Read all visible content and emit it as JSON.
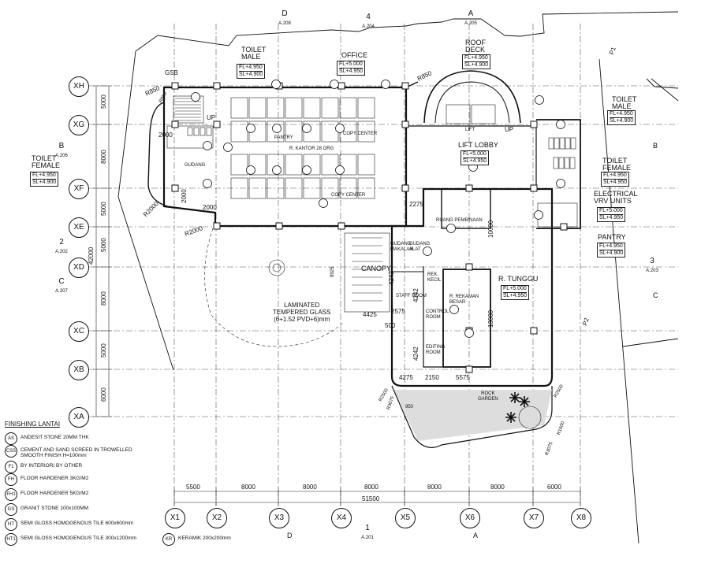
{
  "rooms": {
    "toilet_male_top": "TOILET\nMALE",
    "office": "OFFICE",
    "roof_deck": "ROOF\nDECK",
    "gsb": "GSB",
    "pantry_top": "PANTRY",
    "r_kantor": "R. KANTOR 28 ORG",
    "copy_center_1": "COPY CENTER",
    "copy_center_2": "COPY CENTER",
    "gudang_left": "GUDANG",
    "toilet_female_left": "TOILET\nFEMALE",
    "lift_lobby": "LIFT LOBBY",
    "up_left": "UP",
    "up_right": "UP",
    "toilet_male_right": "TOILET\nMALE",
    "toilet_female_right": "TOILET\nFEMALE",
    "electrical": "ELECTRICAL\nVRV UNITS",
    "pantry_right": "PANTRY",
    "ruang_pembinaan": "RUANG PEMBINAAN",
    "gudang_makalah": "GUDANG\nMAKALAH",
    "gudang_alat": "GUDANG\nALAT",
    "canopy": "CANOPY",
    "rek_kecil": "REK.\nKECIL",
    "staff_room": "STAFF ROOM",
    "r_rekaman": "R. REKAMAN\nBESAR",
    "control_room": "CONTROL\nROOM",
    "editing_room": "EDITING\nROOM",
    "r_tunggu": "R. TUNGGU",
    "laminated": "LAMINATED\nTEMPERED GLASS\n(6+1.52 PVD+6)mm",
    "rock_garden": "ROCK\nGARDEN",
    "lift_lbl": "LIFT"
  },
  "levels": {
    "toilet_male_top": [
      "FL+4.950",
      "SL+4.900"
    ],
    "office": [
      "FL+5.000",
      "SL+4.950"
    ],
    "roof_deck": [
      "FL+4.950",
      "SL+4.900"
    ],
    "toilet_female_left": [
      "FL+4.950",
      "SL+4.900"
    ],
    "lift_lobby": [
      "FL+5.000",
      "SL+4.950"
    ],
    "toilet_male_right": [
      "FL+4.950",
      "SL+4.900"
    ],
    "toilet_female_right": [
      "FL+4.950",
      "SL+4.950"
    ],
    "electrical": [
      "FL+5.000",
      "SL+4.950"
    ],
    "pantry_right": [
      "FL+4.950",
      "SL+4.900"
    ],
    "r_tunggu": [
      "FL+5.000",
      "SL+4.950"
    ]
  },
  "grid_rows": [
    "XH",
    "XG",
    "XF",
    "XE",
    "XD",
    "XC",
    "XB",
    "XA"
  ],
  "grid_cols": [
    "X1",
    "X2",
    "X3",
    "X4",
    "X5",
    "X6",
    "X7",
    "X8"
  ],
  "row_dims": [
    "5000",
    "8000",
    "5000",
    "5000",
    "8000",
    "5000",
    "6000"
  ],
  "row_total": "42000",
  "col_dims": [
    "5500",
    "8000",
    "8000",
    "8000",
    "8000",
    "8000",
    "6000"
  ],
  "col_total": "51500",
  "sections": [
    {
      "t": "D",
      "b": "A.208"
    },
    {
      "t": "4",
      "b": "A.204"
    },
    {
      "t": "A",
      "b": "A.205"
    },
    {
      "t": "B",
      "b": "A.206"
    },
    {
      "t": "2",
      "b": "A.202"
    },
    {
      "t": "C",
      "b": "A.207"
    },
    {
      "t": "3",
      "b": "A.203"
    },
    {
      "t": "1",
      "b": "A.201"
    }
  ],
  "section_letters": {
    "d_bottom": "D",
    "a_bottom": "A",
    "b_right": "B",
    "c_right": "C"
  },
  "axis_markers": [
    "P1",
    "P2"
  ],
  "inner_dims": {
    "r850_a": "R850",
    "r850_b": "R850",
    "r850_c": "R850",
    "r2000_a": "R2000",
    "r2000_b": "R2000",
    "d2000_a": "2000",
    "d2000_b": "2000",
    "d2000_c": "2000",
    "d2275": "2275",
    "d10000": "10000",
    "d13000": "13000",
    "d8925": "8925",
    "d4242_a": "4242",
    "d4242_b": "4242",
    "d4242_c": "4242",
    "d4425": "4425",
    "d2575": "2575",
    "d500": "500",
    "d4275": "4275",
    "d2150": "2150",
    "d5575": "5575",
    "r2500_a": "R2500",
    "r2500_b": "R2500",
    "r3075_a": "R3075",
    "r3075_b": "R3075",
    "r1600": "R1600",
    "d950": "950"
  },
  "tags": {
    "f1": "F1",
    "ht": "HT"
  },
  "legend": {
    "title": "FINISHING LANTAI",
    "items": [
      {
        "code": "AS",
        "desc": "ANDESIT STONE 20MM THK"
      },
      {
        "code": "CSS",
        "desc": "CEMENT AND SAND SCREED IN TROWELLED SMOOTH FINISH H=100mm"
      },
      {
        "code": "F1",
        "desc": "BY INTERIOR/ BY OTHER"
      },
      {
        "code": "FH",
        "desc": "FLOOR HARDENER 3KG/M2"
      },
      {
        "code": "FH1",
        "desc": "FLOOR HARDENER 5KG/M2"
      },
      {
        "code": "GS",
        "desc": "GRANIT STONE 100x100MM"
      },
      {
        "code": "HT",
        "desc": "SEMI GLOSS HOMOGENOUS TILE 600x600mm"
      },
      {
        "code": "HT1",
        "desc": "SEMI GLOSS HOMOGENOUS TILE 300x1200mm",
        "code2": "KR",
        "desc2": "KERAMIK 200x200mm"
      }
    ]
  }
}
